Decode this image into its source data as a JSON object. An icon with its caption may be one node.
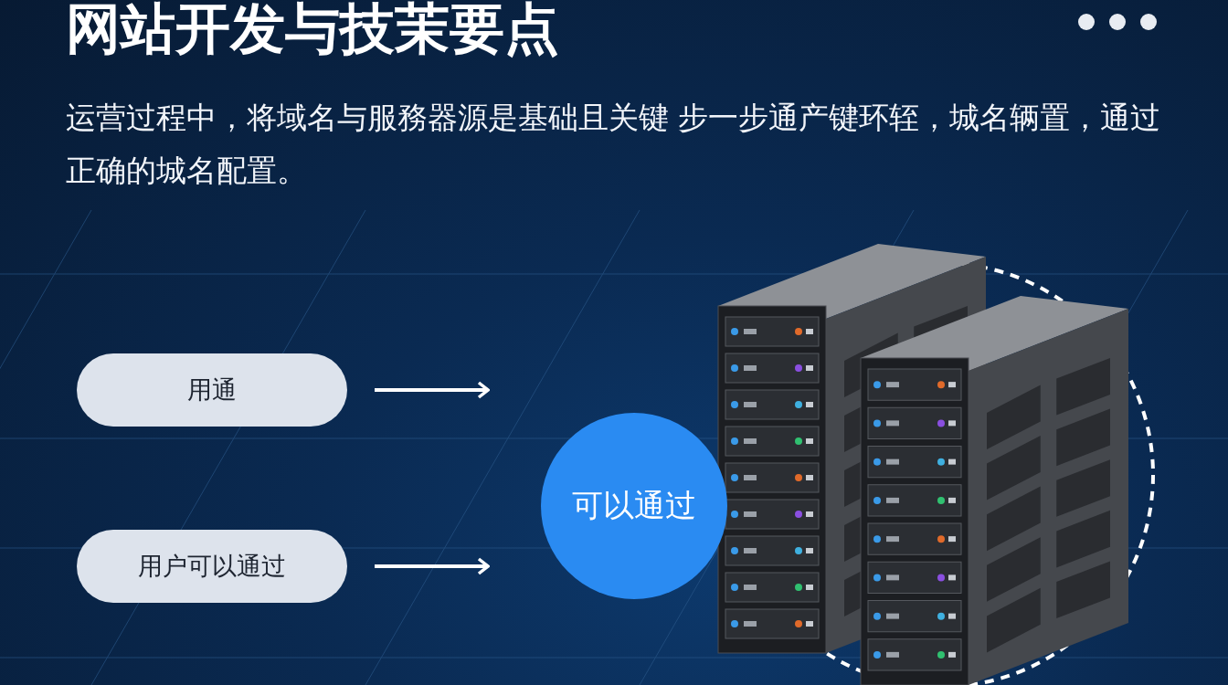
{
  "diagram": {
    "title": "网站开发与技茉要点",
    "caption": "运营过程中，将域名与服務器源是基础且关键 步一步通产键环轾，城名辆置，通过正确的城名配置。",
    "nodes": [
      {
        "text": [
          "用通"
        ]
      },
      {
        "text": [
          "用户可以通过"
        ]
      },
      {
        "text": [
          "可以通过"
        ]
      }
    ],
    "edges": [
      {
        "from": 0,
        "to": null,
        "arrow": "to"
      },
      {
        "from": 1,
        "to": null,
        "arrow": "to"
      }
    ]
  }
}
